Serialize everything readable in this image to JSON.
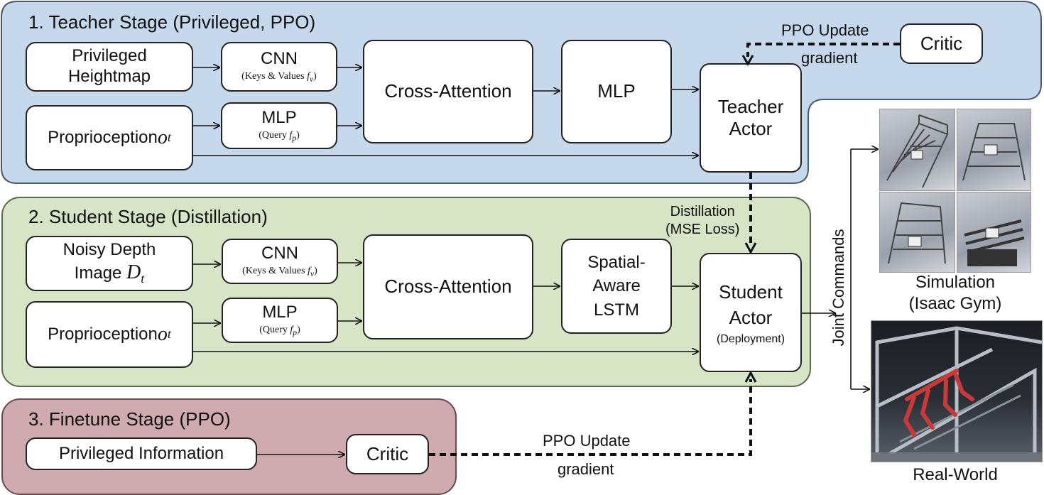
{
  "teacher": {
    "title": "1. Teacher Stage (Privileged, PPO)",
    "heightmap": "Privileged\nHeightmap",
    "cnn": "CNN",
    "cnn_sub": "(Keys & Values ",
    "cnn_sub_var": "f",
    "cnn_sub_sub": "v",
    "proprio": "Proprioception ",
    "proprio_var": "o",
    "proprio_sub": "t",
    "mlp_query": "MLP",
    "query_sub": "(Query ",
    "query_var": "f",
    "query_sub_sub": "p",
    "cross_attention": "Cross-Attention",
    "mlp": "MLP",
    "actor": "Teacher\nActor",
    "critic": "Critic",
    "ppo_update": "PPO Update",
    "gradient": "gradient"
  },
  "student": {
    "title": "2. Student Stage (Distillation)",
    "depth": "Noisy Depth\nImage ",
    "depth_var": "D",
    "depth_sub": "t",
    "cnn": "CNN",
    "cnn_sub": "(Keys & Values ",
    "cnn_sub_var": "f",
    "cnn_sub_sub": "v",
    "proprio": "Proprioception ",
    "proprio_var": "o",
    "proprio_sub": "t",
    "mlp_query": "MLP",
    "query_sub": "(Query ",
    "query_var": "f",
    "query_sub_sub": "p",
    "cross_attention": "Cross-Attention",
    "lstm": "Spatial-\nAware\nLSTM",
    "actor": "Student\nActor",
    "actor_sub": "(Deployment)",
    "distillation": "Distillation\n(MSE Loss)",
    "joint_commands": "Joint Commands"
  },
  "finetune": {
    "title": "3. Finetune Stage (PPO)",
    "privileged_info": "Privileged Information",
    "critic": "Critic",
    "ppo_update": "PPO Update",
    "gradient": "gradient"
  },
  "outputs": {
    "simulation": "Simulation\n(Isaac Gym)",
    "real_world": "Real-World"
  },
  "colors": {
    "teacher_bg": "#c5d8ec",
    "student_bg": "#d7e4c5",
    "finetune_bg": "#cfaab0",
    "robot_red": "#c83a3a"
  }
}
